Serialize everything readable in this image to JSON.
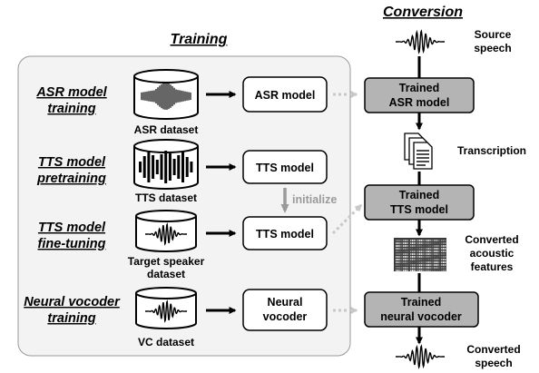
{
  "headers": {
    "training": "Training",
    "conversion": "Conversion"
  },
  "stages": [
    {
      "line1": "ASR model",
      "line2": "training"
    },
    {
      "line1": "TTS model",
      "line2": "pretraining"
    },
    {
      "line1": "TTS model",
      "line2": "fine-tuning"
    },
    {
      "line1": "Neural vocoder",
      "line2": "training"
    }
  ],
  "datasets": [
    {
      "lines": [
        "ASR dataset"
      ],
      "icon": "dense-waveform-cylinder"
    },
    {
      "lines": [
        "TTS dataset"
      ],
      "icon": "bar-waveform-cylinder"
    },
    {
      "lines": [
        "Target speaker",
        "dataset"
      ],
      "icon": "wave-cylinder"
    },
    {
      "lines": [
        "VC dataset"
      ],
      "icon": "wave-cylinder"
    }
  ],
  "models": [
    {
      "lines": [
        "ASR model"
      ]
    },
    {
      "lines": [
        "TTS model"
      ]
    },
    {
      "lines": [
        "TTS model"
      ]
    },
    {
      "lines": [
        "Neural",
        "vocoder"
      ]
    }
  ],
  "initialize_label": "initialize",
  "conversion": {
    "source_label": [
      "Source",
      "speech"
    ],
    "trained_asr": [
      "Trained",
      "ASR model"
    ],
    "transcription_label": "Transcription",
    "trained_tts": [
      "Trained",
      "TTS model"
    ],
    "features_label": [
      "Converted",
      "acoustic",
      "features"
    ],
    "trained_vocoder": [
      "Trained",
      "neural vocoder"
    ],
    "output_label": [
      "Converted",
      "speech"
    ]
  },
  "colors": {
    "panel_fill": "#f2f3f2",
    "trained_fill": "#b4b4b4",
    "dotted_arrow": "#c8c8c8",
    "initialize_arrow": "#9a9a9a"
  }
}
